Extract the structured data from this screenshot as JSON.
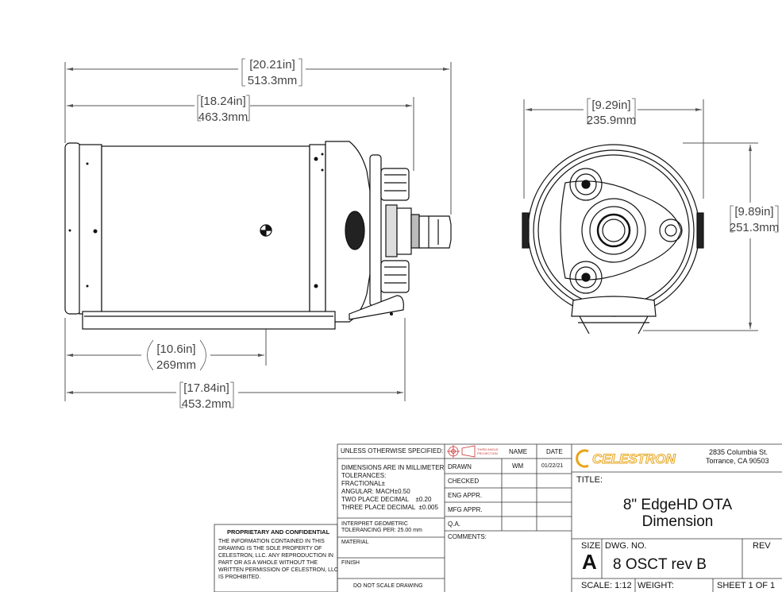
{
  "dimensions": {
    "overall_length_in": "[20.21in]",
    "overall_length_mm": "513.3mm",
    "body_length_in": "[18.24in]",
    "body_length_mm": "463.3mm",
    "center_offset_in": "[10.6in]",
    "center_offset_mm": "269mm",
    "dovetail_length_in": "[17.84in]",
    "dovetail_length_mm": "453.2mm",
    "front_width_in": "[9.29in]",
    "front_width_mm": "235.9mm",
    "front_height_in": "[9.89in]",
    "front_height_mm": "251.3mm"
  },
  "title_block": {
    "unless_specified": "UNLESS OTHERWISE SPECIFIED:",
    "projection": "THIRD ANGLE PROJECTION",
    "col_name": "NAME",
    "col_date": "DATE",
    "tolerances": [
      "DIMENSIONS ARE IN MILLIMETER",
      "TOLERANCES:",
      "FRACTIONAL±",
      "ANGULAR: MACH±0.50",
      "TWO PLACE DECIMAL    ±0.20",
      "THREE PLACE DECIMAL  ±0.005"
    ],
    "geometric": [
      "INTERPRET GEOMETRIC",
      "TOLERANCING PER: 25.00 mm"
    ],
    "material": "MATERIAL",
    "finish": "FINISH",
    "no_scale": "DO NOT SCALE DRAWING",
    "drawn": "DRAWN",
    "drawn_name": "WM",
    "drawn_date": "01/22/21",
    "checked": "CHECKED",
    "eng_appr": "ENG APPR.",
    "mfg_appr": "MFG APPR.",
    "qa": "Q.A.",
    "comments": "COMMENTS:",
    "company_logo": "CELESTRON",
    "address_line1": "2835 Columbia St.",
    "address_line2": "Torrance, CA 90503",
    "title_label": "TITLE:",
    "title_line1": "8\" EdgeHD OTA",
    "title_line2": "Dimension",
    "size_label": "SIZE",
    "size_value": "A",
    "dwg_label": "DWG.  NO.",
    "dwg_value": "8 OSCT rev B",
    "rev_label": "REV",
    "scale": "SCALE: 1:12",
    "weight": "WEIGHT:",
    "sheet": "SHEET 1 OF 1"
  },
  "proprietary": {
    "heading": "PROPRIETARY AND CONFIDENTIAL",
    "lines": [
      "THE INFORMATION CONTAINED IN THIS",
      "DRAWING IS THE SOLE PROPERTY OF",
      "CELESTRON, LLC.  ANY REPRODUCTION IN",
      "PART OR AS A WHOLE WITHOUT THE",
      "WRITTEN PERMISSION OF CELESTRON, LLC",
      "IS PROHIBITED."
    ]
  }
}
